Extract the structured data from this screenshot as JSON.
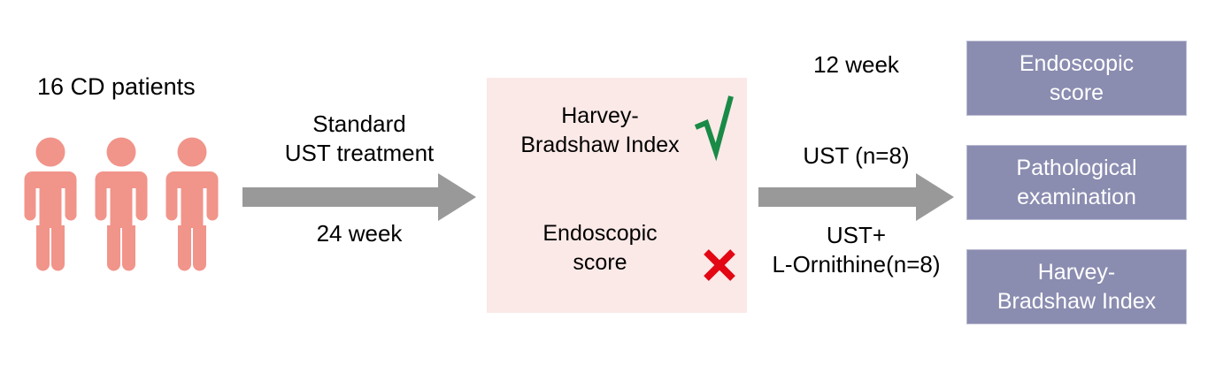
{
  "figure": {
    "type": "study-flow-diagram",
    "background": "#ffffff"
  },
  "colors": {
    "person": "#f1948a",
    "arrow": "#999999",
    "panel_background": "#fbe9e7",
    "outcome_box": "#8a8cb0",
    "outcome_box_border": "#b9bad1",
    "outcome_text": "#ffffff",
    "check": "#1a8a47",
    "cross": "#e30613",
    "text": "#000000"
  },
  "cohort": {
    "label": "16 CD patients",
    "person_icon": "person-icon",
    "person_count": 3
  },
  "arrow_one": {
    "icon": "right-arrow-icon",
    "caption_above_line1": "Standard",
    "caption_above_line2": "UST treatment",
    "caption_below": "24 week"
  },
  "assessment": {
    "rows": [
      {
        "label_line1": "Harvey-",
        "label_line2": "Bradshaw Index",
        "mark": "check-mark-icon",
        "mark_symbol": "√"
      },
      {
        "label_line1": "Endoscopic",
        "label_line2": "score",
        "mark": "cross-mark-icon",
        "mark_symbol": "✕"
      }
    ]
  },
  "arrow_two": {
    "icon": "right-arrow-icon",
    "caption_top": "12 week",
    "caption_above": "UST (n=8)",
    "caption_below_line1": "UST+",
    "caption_below_line2": "L-Ornithine(n=8)"
  },
  "outcomes": [
    {
      "line1": "Endoscopic",
      "line2": "score"
    },
    {
      "line1": "Pathological",
      "line2": "examination"
    },
    {
      "line1": "Harvey-",
      "line2": "Bradshaw Index"
    }
  ]
}
